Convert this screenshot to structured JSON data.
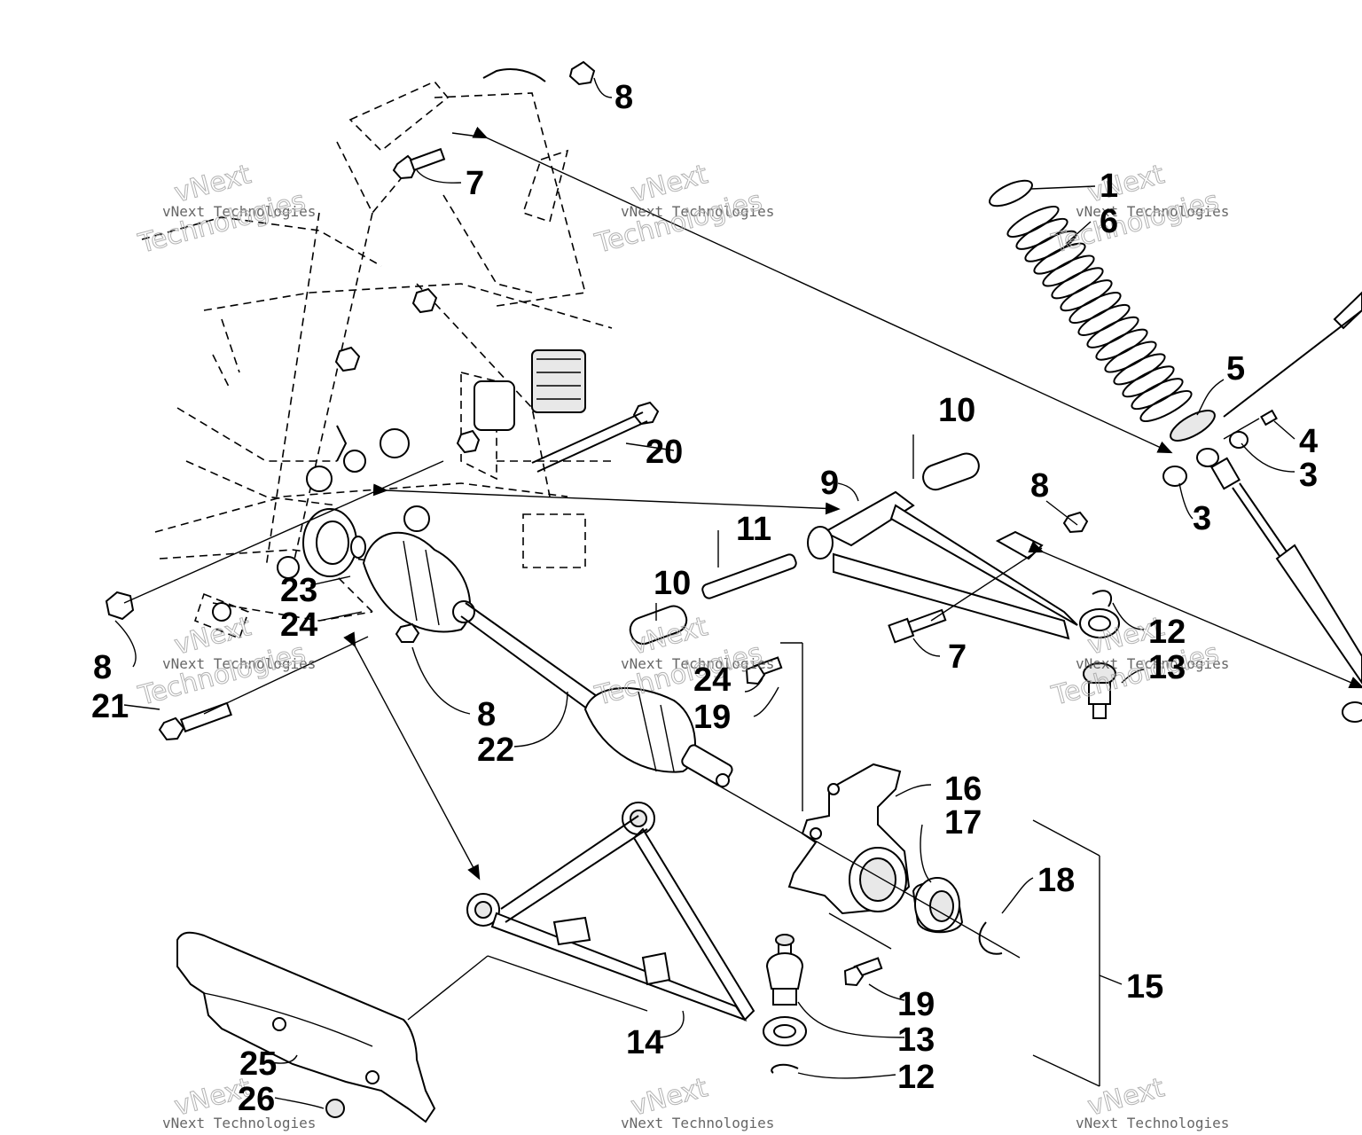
{
  "callouts": [
    {
      "id": "c-1",
      "text": "1"
    },
    {
      "id": "c-6",
      "text": "6"
    },
    {
      "id": "c-5",
      "text": "5"
    },
    {
      "id": "c-4",
      "text": "4"
    },
    {
      "id": "c-3a",
      "text": "3"
    },
    {
      "id": "c-3b",
      "text": "3"
    },
    {
      "id": "c-8a",
      "text": "8"
    },
    {
      "id": "c-7a",
      "text": "7"
    },
    {
      "id": "c-20",
      "text": "20"
    },
    {
      "id": "c-10a",
      "text": "10"
    },
    {
      "id": "c-9",
      "text": "9"
    },
    {
      "id": "c-8b",
      "text": "8"
    },
    {
      "id": "c-11",
      "text": "11"
    },
    {
      "id": "c-10b",
      "text": "10"
    },
    {
      "id": "c-7b",
      "text": "7"
    },
    {
      "id": "c-12a",
      "text": "12"
    },
    {
      "id": "c-13a",
      "text": "13"
    },
    {
      "id": "c-23",
      "text": "23"
    },
    {
      "id": "c-24a",
      "text": "24"
    },
    {
      "id": "c-8c",
      "text": "8"
    },
    {
      "id": "c-21",
      "text": "21"
    },
    {
      "id": "c-8d",
      "text": "8"
    },
    {
      "id": "c-22",
      "text": "22"
    },
    {
      "id": "c-24b",
      "text": "24"
    },
    {
      "id": "c-19a",
      "text": "19"
    },
    {
      "id": "c-16",
      "text": "16"
    },
    {
      "id": "c-17",
      "text": "17"
    },
    {
      "id": "c-18",
      "text": "18"
    },
    {
      "id": "c-15",
      "text": "15"
    },
    {
      "id": "c-19b",
      "text": "19"
    },
    {
      "id": "c-13b",
      "text": "13"
    },
    {
      "id": "c-14",
      "text": "14"
    },
    {
      "id": "c-12b",
      "text": "12"
    },
    {
      "id": "c-25",
      "text": "25"
    },
    {
      "id": "c-26",
      "text": "26"
    }
  ],
  "watermark": {
    "line1": "vNext Technologies",
    "line2": "Technologies",
    "line3": "vNext"
  }
}
